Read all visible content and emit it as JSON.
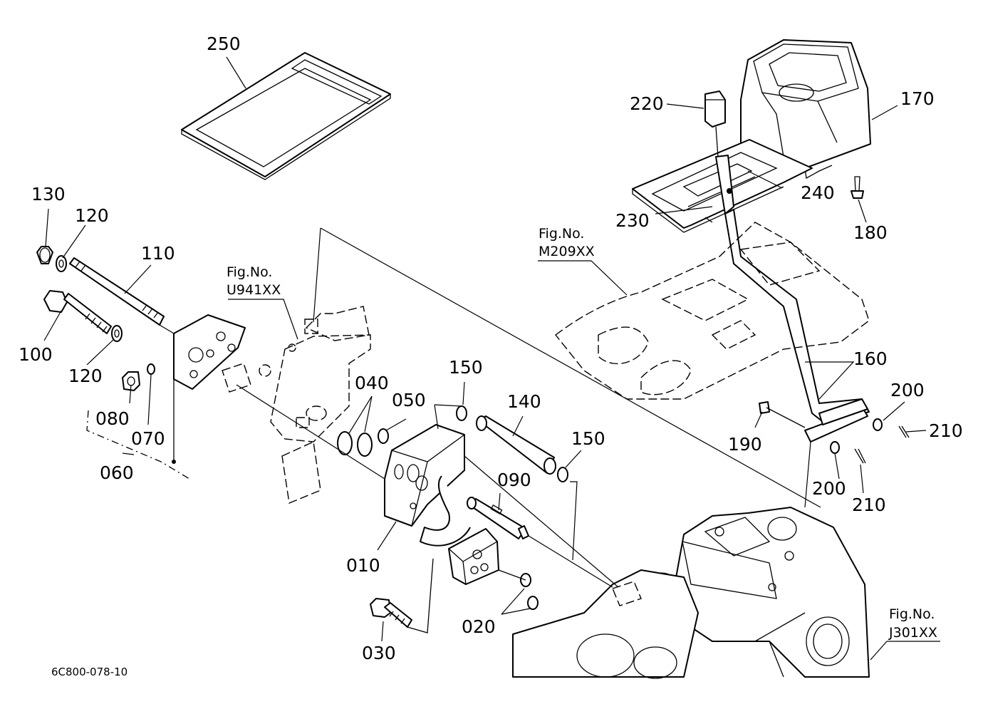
{
  "parts": {
    "p250": "250",
    "p220": "220",
    "p170": "170",
    "p240": "240",
    "p230": "230",
    "p180": "180",
    "p130": "130",
    "p120a": "120",
    "p110": "110",
    "p100": "100",
    "p120b": "120",
    "p080": "080",
    "p070": "070",
    "p060": "060",
    "p040": "040",
    "p050": "050",
    "p150a": "150",
    "p140": "140",
    "p150b": "150",
    "p160": "160",
    "p200a": "200",
    "p210a": "210",
    "p190": "190",
    "p200b": "200",
    "p210b": "210",
    "p090": "090",
    "p010": "010",
    "p020": "020",
    "p030": "030"
  },
  "figure_refs": {
    "u941": {
      "line1": "Fig.No.",
      "line2": "U941XX"
    },
    "m209": {
      "line1": "Fig.No.",
      "line2": "M209XX"
    },
    "j301": {
      "line1": "Fig.No.",
      "line2": "J301XX"
    }
  },
  "drawing_code": "6C800-078-10"
}
